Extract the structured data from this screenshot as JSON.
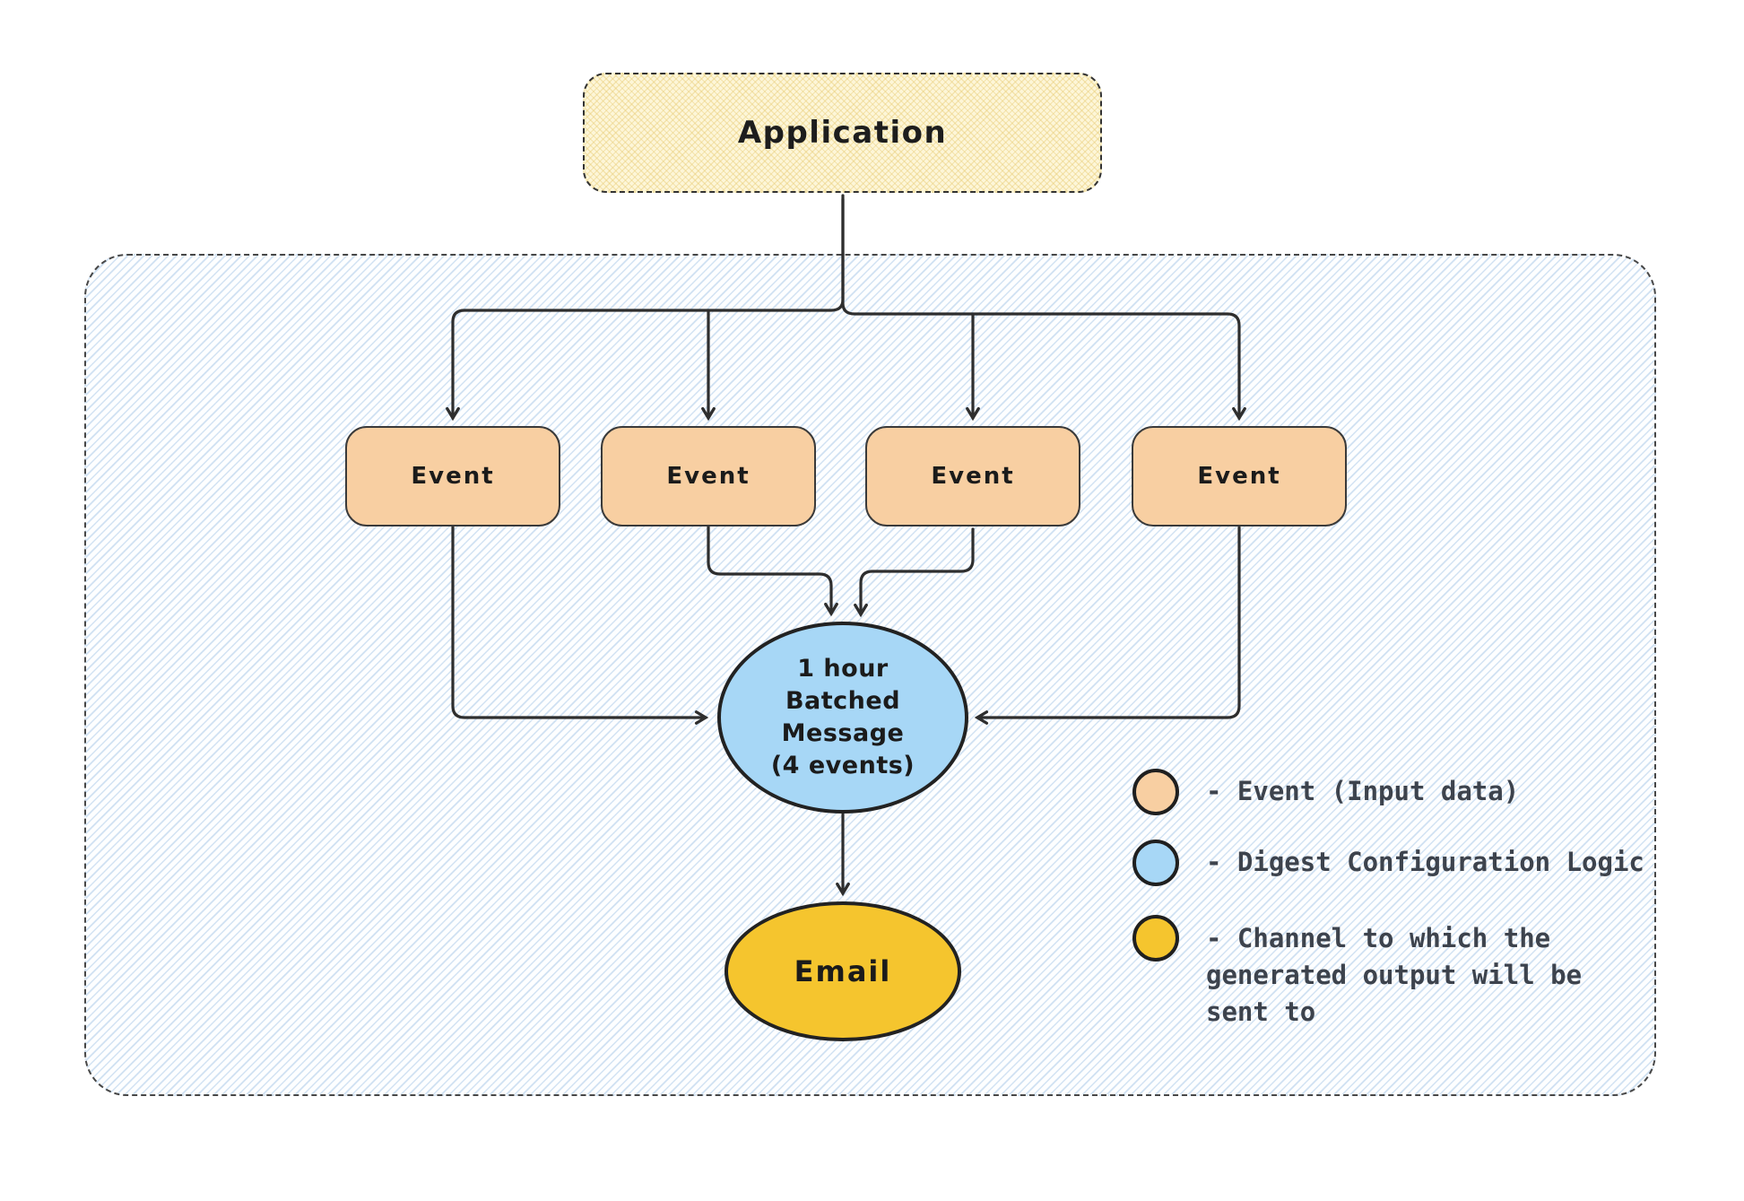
{
  "nodes": {
    "application": {
      "label": "Application"
    },
    "events": [
      {
        "label": "Event"
      },
      {
        "label": "Event"
      },
      {
        "label": "Event"
      },
      {
        "label": "Event"
      }
    ],
    "digest": {
      "lines": [
        "1 hour",
        "Batched",
        "Message",
        "(4 events)"
      ]
    },
    "channel": {
      "label": "Email"
    }
  },
  "legend": {
    "items": [
      {
        "name": "event",
        "color": "#f8cfa2",
        "label": "- Event (Input data)"
      },
      {
        "name": "digest",
        "color": "#a7d7f6",
        "label": "- Digest Configuration Logic"
      },
      {
        "name": "channel",
        "color": "#f5c52e",
        "label": "- Channel to which the generated output will be sent to"
      }
    ]
  },
  "colors": {
    "event_fill": "#f8cfa2",
    "digest_fill": "#a7d7f6",
    "channel_fill": "#f5c52e",
    "application_fill": "#fdf6d8",
    "container_tint": "#e9f2fb",
    "stroke": "#2e2e2e"
  }
}
